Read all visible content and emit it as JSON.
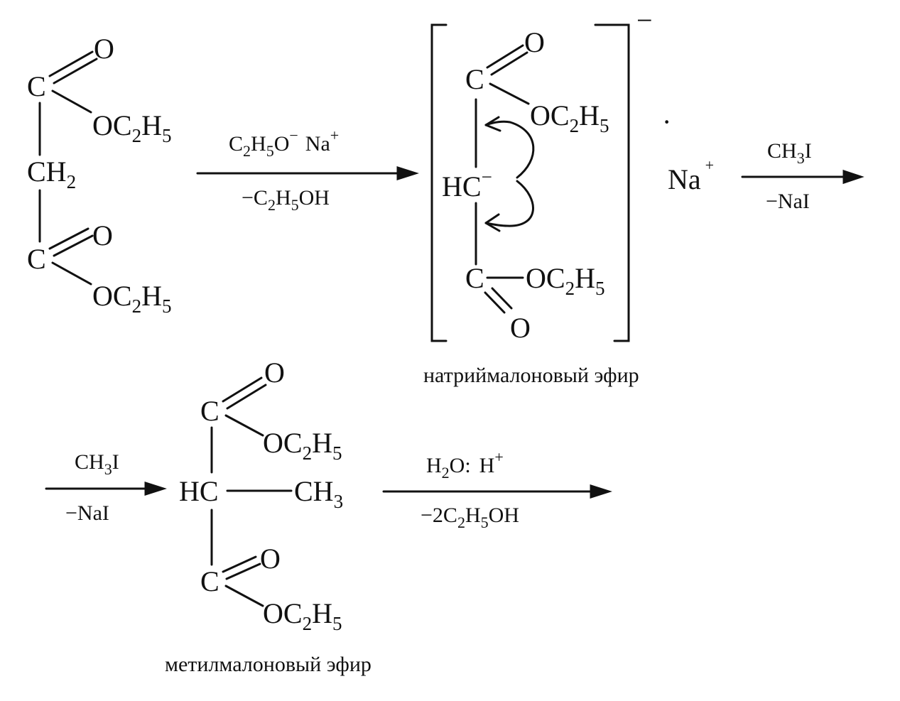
{
  "reactant": {
    "top_carbonyl": {
      "c": "C",
      "o": "O",
      "ester_o": "OC",
      "sub1": "2",
      "h": "H",
      "sub2": "5"
    },
    "ch2": {
      "ch": "CH",
      "sub": "2"
    },
    "bottom_carbonyl": {
      "c": "C",
      "o": "O",
      "ester_o": "OC",
      "sub1": "2",
      "h": "H",
      "sub2": "5"
    }
  },
  "step1": {
    "above": {
      "c": "C",
      "s1": "2",
      "h": "H",
      "s2": "5",
      "o": "O",
      "minus": "−",
      "na": "Na",
      "plus": "+"
    },
    "below": {
      "prefix": "−C",
      "s1": "2",
      "h": "H",
      "s2": "5",
      "tail": "OH"
    }
  },
  "intermediate": {
    "charge": "−",
    "top_carbonyl": {
      "c": "C",
      "o": "O",
      "ester_o": "OC",
      "sub1": "2",
      "h": "H",
      "sub2": "5"
    },
    "carbanion": {
      "hc": "HC",
      "minus": "−"
    },
    "bottom_carbonyl": {
      "c": "C",
      "ester_o": "OC",
      "sub1": "2",
      "h": "H",
      "sub2": "5",
      "o": "O"
    },
    "dot": "·",
    "counterion": {
      "na": "Na",
      "plus": "+"
    },
    "label": "натриймалоновый эфир"
  },
  "step2": {
    "above": {
      "ch": "CH",
      "sub": "3",
      "i": "I"
    },
    "below": "−NaI"
  },
  "step2_repeat": {
    "above": {
      "ch": "CH",
      "sub": "3",
      "i": "I"
    },
    "below": "−NaI"
  },
  "product": {
    "top_carbonyl": {
      "c": "C",
      "o": "O",
      "ester_o": "OC",
      "sub1": "2",
      "h": "H",
      "sub2": "5"
    },
    "center": {
      "hc": "HC",
      "ch": "CH",
      "sub": "3"
    },
    "bottom_carbonyl": {
      "c": "C",
      "o": "O",
      "ester_o": "OC",
      "sub1": "2",
      "h": "H",
      "sub2": "5"
    },
    "label": "метилмалоновый эфир"
  },
  "step3": {
    "above": {
      "h": "H",
      "s1": "2",
      "o": "O:",
      "h2": "H",
      "plus": "+"
    },
    "below": {
      "prefix": "−2C",
      "s1": "2",
      "h": "H",
      "s2": "5",
      "tail": "OH"
    }
  }
}
